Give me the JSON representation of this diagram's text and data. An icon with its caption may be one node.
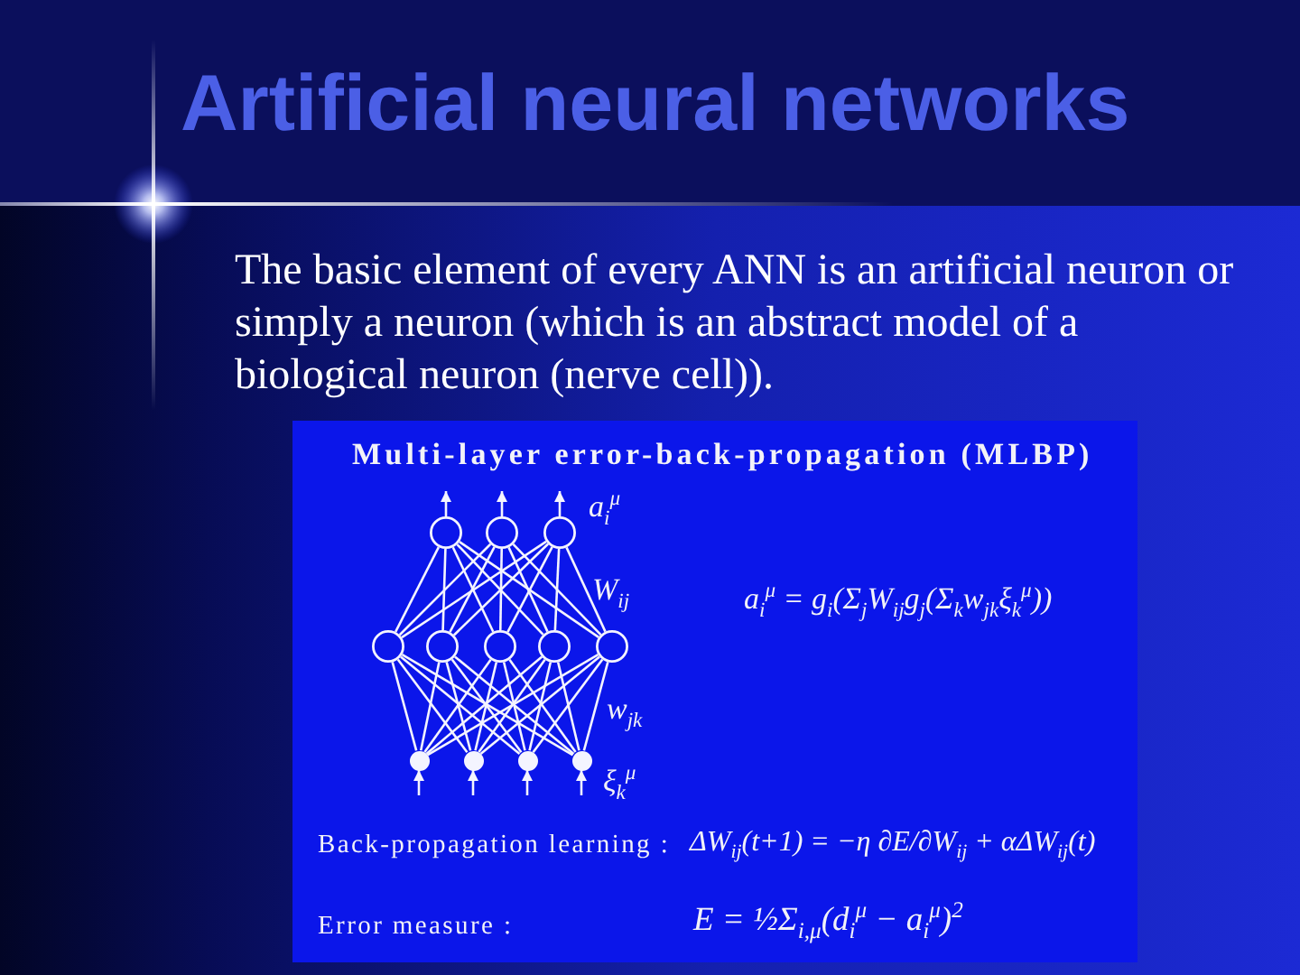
{
  "diagram": {
    "title": "Artificial neural networks",
    "nodes": [
      {
        "text": [
          "Multi-layer error-back-propagation (MLBP)",
          "a$_{i}$$^{μ}$",
          "W$_{ij}$",
          "a$_{i}$$^{μ}$ = g$_{i}$(Σ$_{j}$W$_{ij}$g$_{j}$(Σ$_{k}$w$_{jk}$ξ$_{k}$$^{μ}$))",
          "w$_{jk}$",
          "ξ$_{k}$$^{μ}$",
          "Back-propagation learning :",
          "ΔW$_{ij}$(t+1) = −η ∂E/∂W$_{ij}$ + αΔW$_{ij}$(t)",
          "Error measure :",
          "E = ½Σ$_{i,μ}$(d$_{i}$$^{μ}$ − a$_{i}$$^{μ}$)$^{2}$"
        ]
      },
      {
        "text": [],
        "shape": "circle",
        "in": 0
      },
      {
        "text": [],
        "shape": "circle",
        "in": 0
      },
      {
        "text": [],
        "shape": "circle",
        "in": 0
      },
      {
        "text": [],
        "shape": "circle",
        "in": 0
      },
      {
        "text": [],
        "shape": "circle",
        "in": 0
      },
      {
        "text": [],
        "shape": "circle",
        "in": 0
      },
      {
        "text": [],
        "shape": "circle",
        "in": 0
      },
      {
        "text": [],
        "shape": "circle",
        "in": 0
      },
      {
        "text": [],
        "shape": "dot",
        "in": 0
      },
      {
        "text": [],
        "shape": "dot",
        "in": 0
      },
      {
        "text": [],
        "shape": "dot",
        "in": 0
      },
      {
        "text": [],
        "shape": "dot",
        "in": 0
      }
    ],
    "edges": [
      {
        "from": 1,
        "to": null,
        "arrow": "to"
      },
      {
        "from": 2,
        "to": null,
        "arrow": "to"
      },
      {
        "from": 3,
        "to": null,
        "arrow": "to"
      },
      {
        "from": 4,
        "to": 1,
        "arrow": "none"
      },
      {
        "from": 4,
        "to": 2,
        "arrow": "none"
      },
      {
        "from": 4,
        "to": 3,
        "arrow": "none"
      },
      {
        "from": 5,
        "to": 1,
        "arrow": "none"
      },
      {
        "from": 5,
        "to": 2,
        "arrow": "none"
      },
      {
        "from": 5,
        "to": 3,
        "arrow": "none"
      },
      {
        "from": 6,
        "to": 1,
        "arrow": "none"
      },
      {
        "from": 6,
        "to": 2,
        "arrow": "none"
      },
      {
        "from": 6,
        "to": 3,
        "arrow": "none"
      },
      {
        "from": 7,
        "to": 1,
        "arrow": "none"
      },
      {
        "from": 7,
        "to": 2,
        "arrow": "none"
      },
      {
        "from": 7,
        "to": 3,
        "arrow": "none"
      },
      {
        "from": 8,
        "to": 1,
        "arrow": "none"
      },
      {
        "from": 8,
        "to": 2,
        "arrow": "none"
      },
      {
        "from": 8,
        "to": 3,
        "arrow": "none"
      },
      {
        "from": 9,
        "to": 4,
        "arrow": "none"
      },
      {
        "from": 9,
        "to": 5,
        "arrow": "none"
      },
      {
        "from": 9,
        "to": 6,
        "arrow": "none"
      },
      {
        "from": 9,
        "to": 7,
        "arrow": "none"
      },
      {
        "from": 9,
        "to": 8,
        "arrow": "none"
      },
      {
        "from": 10,
        "to": 4,
        "arrow": "none"
      },
      {
        "from": 10,
        "to": 5,
        "arrow": "none"
      },
      {
        "from": 10,
        "to": 6,
        "arrow": "none"
      },
      {
        "from": 10,
        "to": 7,
        "arrow": "none"
      },
      {
        "from": 10,
        "to": 8,
        "arrow": "none"
      },
      {
        "from": 11,
        "to": 4,
        "arrow": "none"
      },
      {
        "from": 11,
        "to": 5,
        "arrow": "none"
      },
      {
        "from": 11,
        "to": 6,
        "arrow": "none"
      },
      {
        "from": 11,
        "to": 7,
        "arrow": "none"
      },
      {
        "from": 11,
        "to": 8,
        "arrow": "none"
      },
      {
        "from": 12,
        "to": 4,
        "arrow": "none"
      },
      {
        "from": 12,
        "to": 5,
        "arrow": "none"
      },
      {
        "from": 12,
        "to": 6,
        "arrow": "none"
      },
      {
        "from": 12,
        "to": 7,
        "arrow": "none"
      },
      {
        "from": 12,
        "to": 8,
        "arrow": "none"
      },
      {
        "from": null,
        "to": 9,
        "arrow": "to"
      },
      {
        "from": null,
        "to": 10,
        "arrow": "to"
      },
      {
        "from": null,
        "to": 11,
        "arrow": "to"
      },
      {
        "from": null,
        "to": 12,
        "arrow": "to"
      }
    ],
    "labels": [
      "The basic element of every ANN is an artificial neuron or simply a neuron (which is an abstract model of a biological neuron (nerve cell))."
    ]
  }
}
